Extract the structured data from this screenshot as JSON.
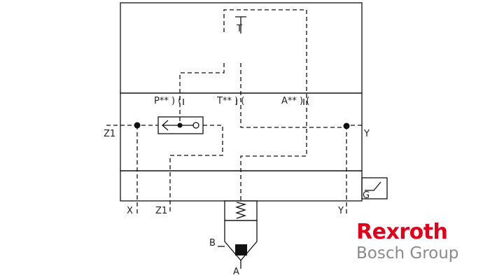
{
  "ports": {
    "T_top": "T",
    "P": "P** ) (",
    "T": "T** ) (",
    "A_mid": "A** ) (",
    "Z1_left": "Z1",
    "Y_right": "Y",
    "X_bottom": "X",
    "Z1_bottom": "Z1",
    "Y_bottom": "Y",
    "B": "B",
    "A_bottom": "A",
    "G": "G"
  },
  "logo": {
    "brand": "Rexroth",
    "group": "Bosch Group",
    "brand_color": "#e2001a",
    "group_color": "#8a8a8a"
  }
}
